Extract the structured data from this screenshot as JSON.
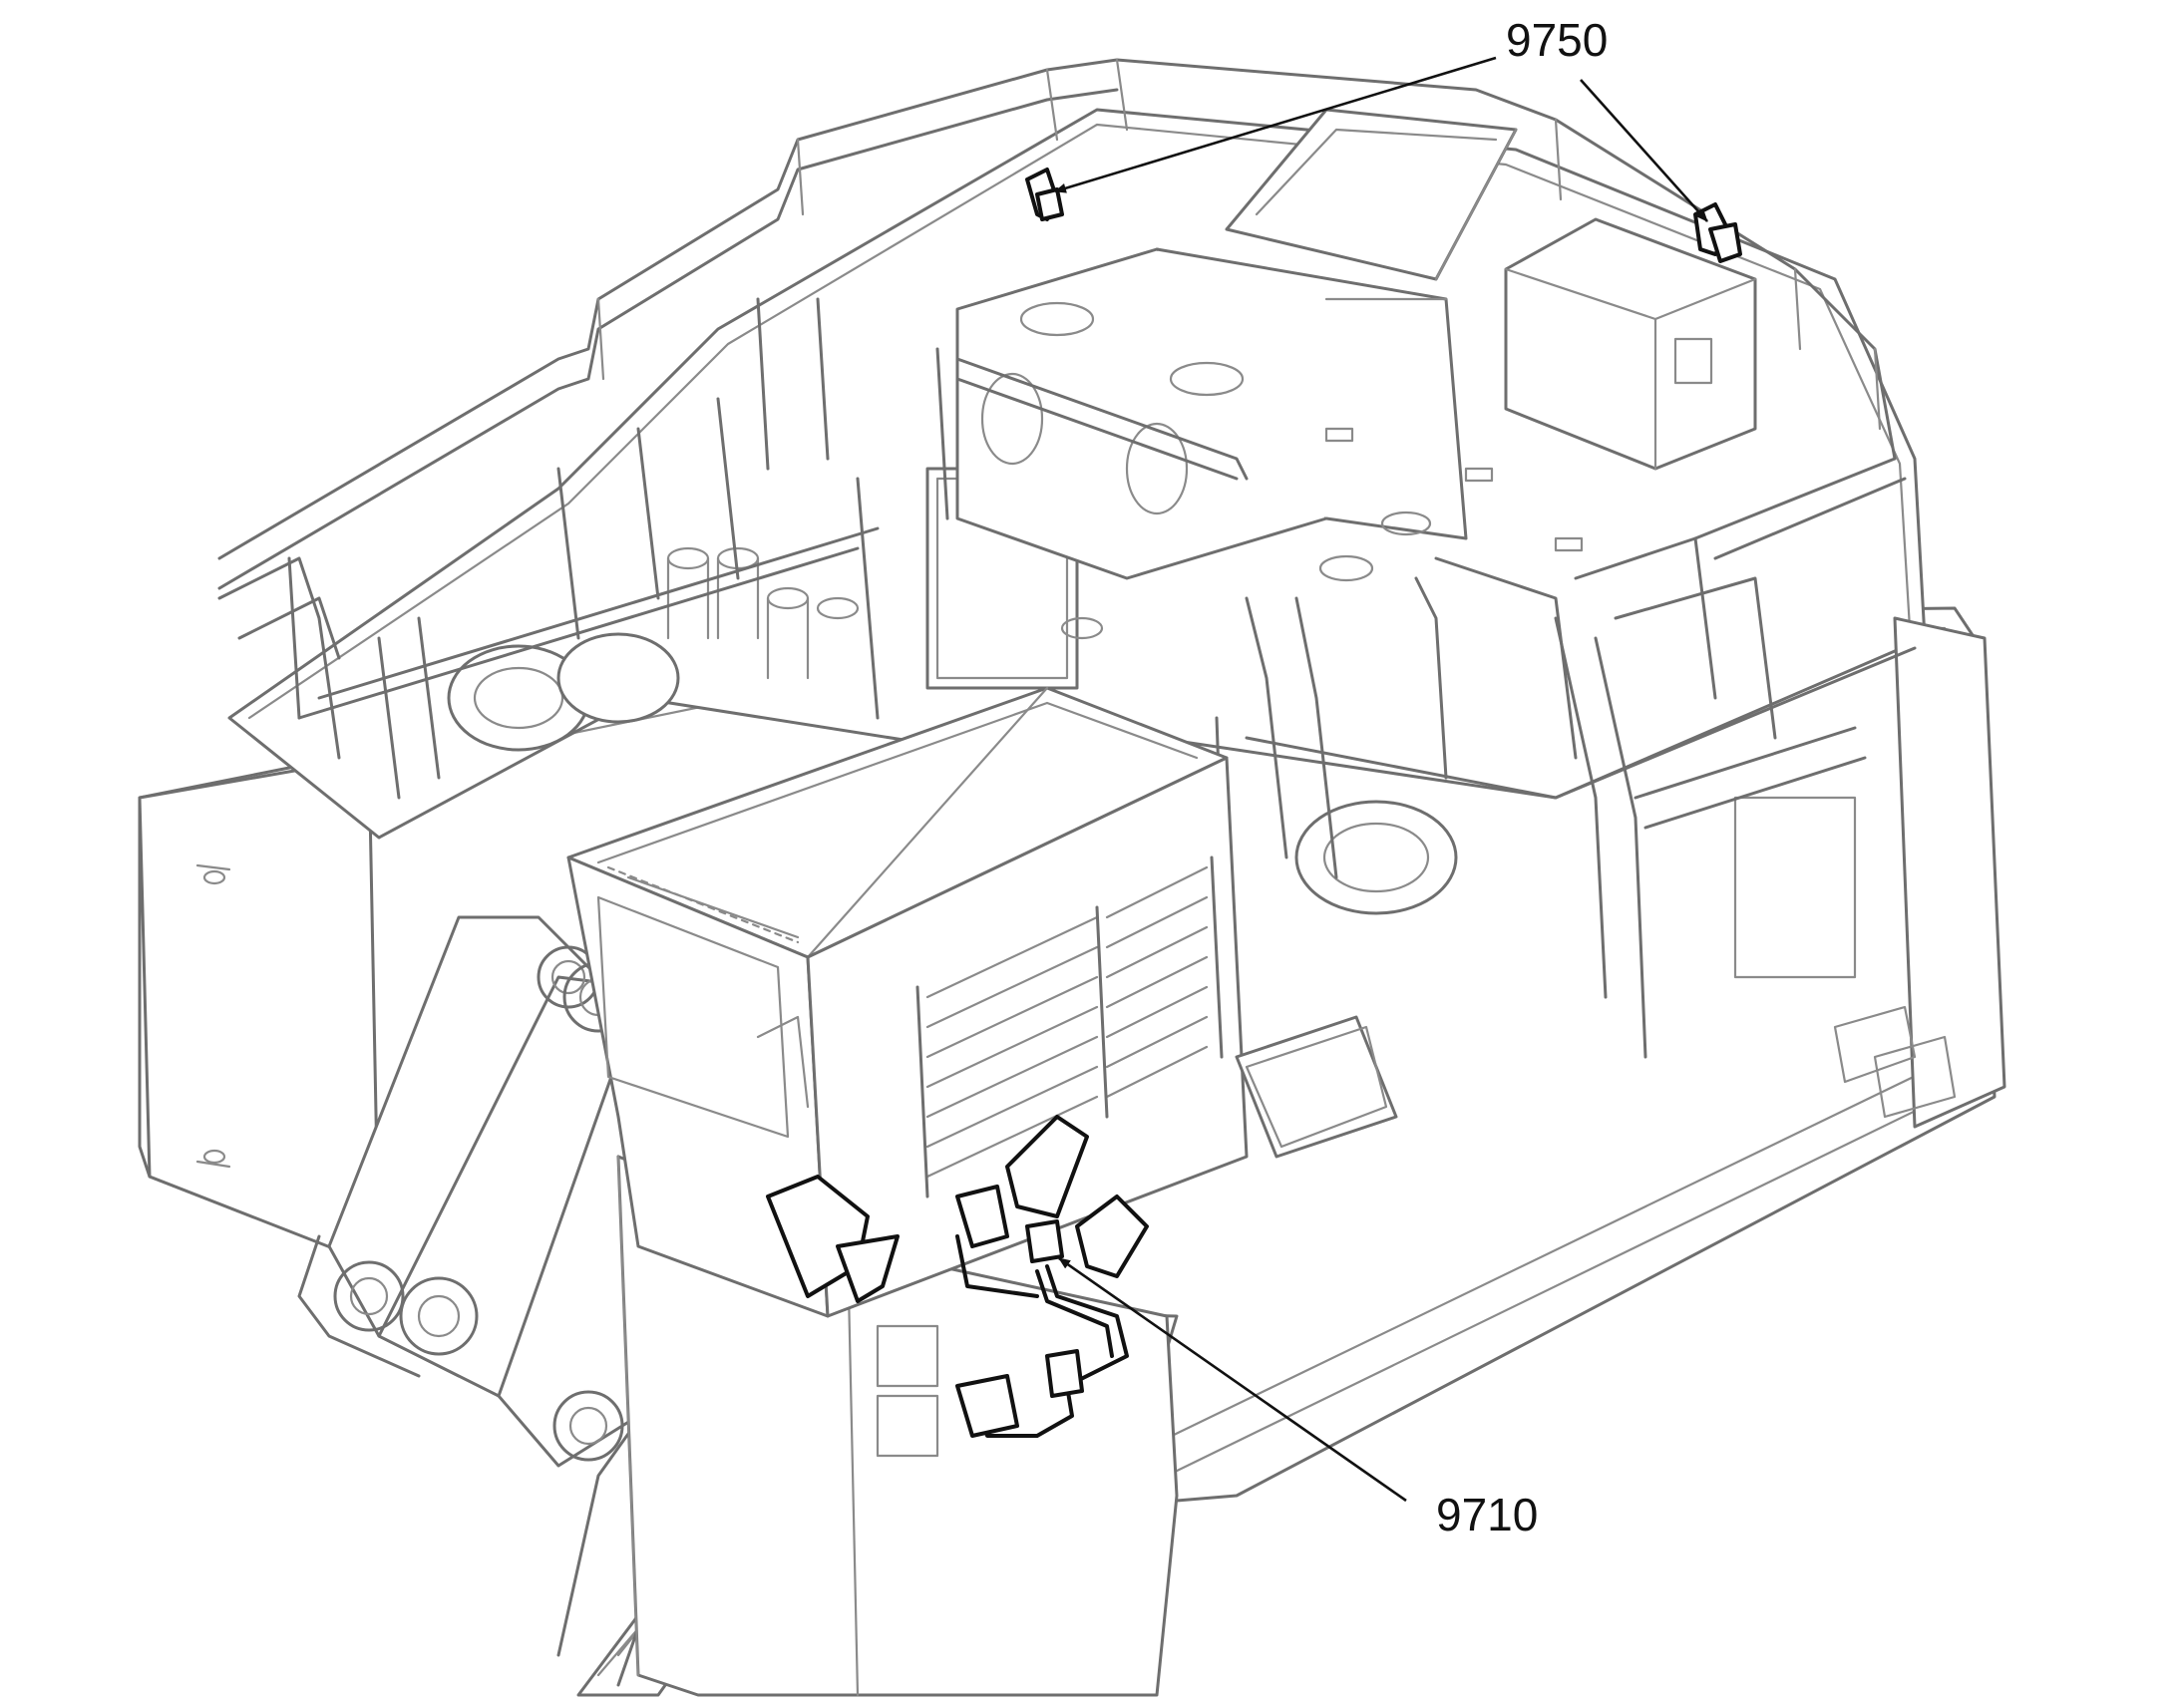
{
  "callouts": [
    {
      "id": "cab-light-group",
      "label": "9710"
    },
    {
      "id": "deck-light-group",
      "label": "9750"
    }
  ],
  "colors": {
    "linework": "#6e6e6e",
    "highlight": "#111111",
    "background": "#ffffff"
  }
}
